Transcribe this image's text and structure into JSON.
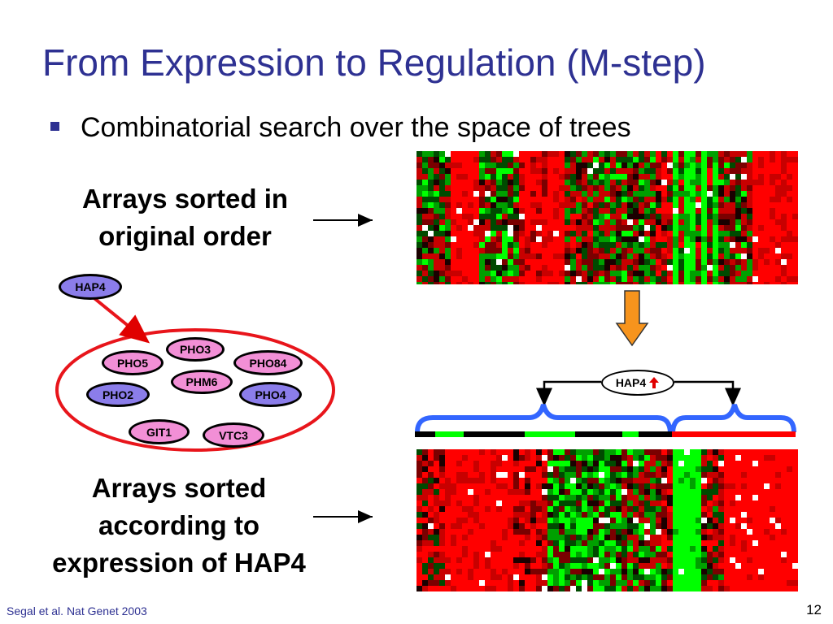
{
  "slide": {
    "title": "From Expression to Regulation (M-step)",
    "bullet": "Combinatorial search over the space of trees",
    "caption_top": [
      "Arrays sorted in",
      "original order"
    ],
    "caption_bottom": [
      "Arrays sorted",
      "according to",
      "expression of HAP4"
    ],
    "footer": "Segal et al. Nat Genet 2003",
    "page_number": "12"
  },
  "regulator": {
    "label": "HAP4"
  },
  "cluster_genes": [
    {
      "label": "PHO3",
      "style": "pink"
    },
    {
      "label": "PHO5",
      "style": "pink"
    },
    {
      "label": "PHO84",
      "style": "pink"
    },
    {
      "label": "PHM6",
      "style": "pink"
    },
    {
      "label": "PHO2",
      "style": "purple"
    },
    {
      "label": "PHO4",
      "style": "purple"
    },
    {
      "label": "GIT1",
      "style": "pink"
    },
    {
      "label": "VTC3",
      "style": "pink"
    }
  ],
  "split": {
    "label": "HAP4",
    "arrow_icon": "up-arrow-icon"
  },
  "colors": {
    "title": "#2e3192",
    "red": "#ff0000",
    "green": "#00ff00",
    "brace": "#3366ff",
    "arrow": "#f7941d"
  }
}
